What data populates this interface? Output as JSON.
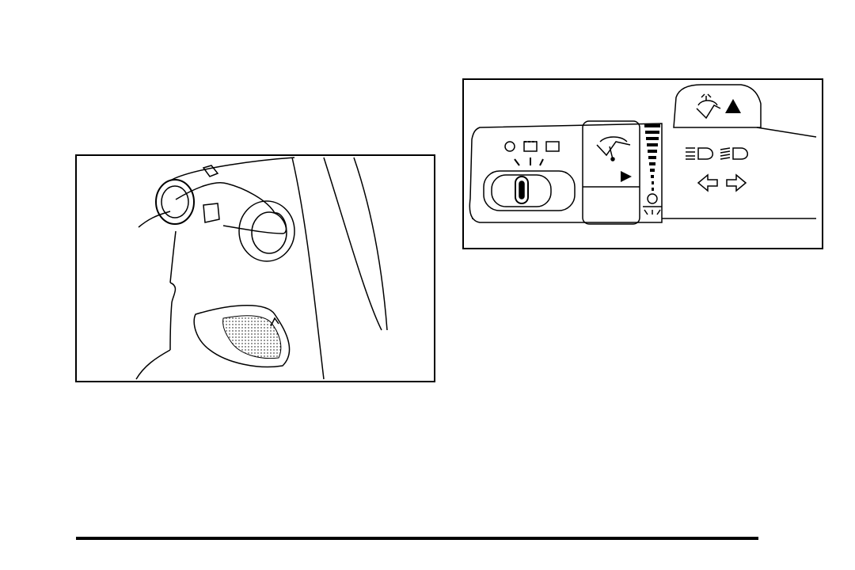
{
  "page": {
    "background": "#ffffff",
    "ink": "#000000"
  },
  "figures": [
    {
      "id": "fig-left",
      "depicts": "turn-signal-lever-on-steering-column",
      "icons": [
        "lever-icon",
        "steering-column-icon",
        "grip-texture-icon"
      ]
    },
    {
      "id": "fig-right",
      "depicts": "windshield-wiper-control-detail",
      "icons": [
        "wiper-washer-icon",
        "warning-triangle-icon",
        "wiper-icon",
        "high-beam-icon",
        "low-beam-icon",
        "left-arrow-icon",
        "right-arrow-icon",
        "washer-spray-icon"
      ]
    }
  ]
}
